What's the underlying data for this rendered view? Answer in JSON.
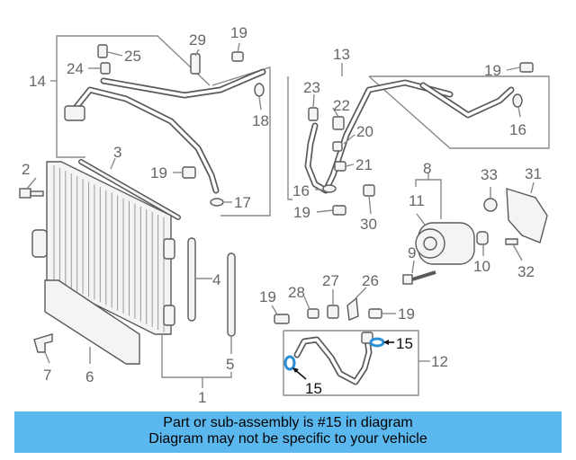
{
  "callouts": [
    {
      "id": "c1",
      "text": "1",
      "highlight": false
    },
    {
      "id": "c2",
      "text": "2",
      "highlight": false
    },
    {
      "id": "c3",
      "text": "3",
      "highlight": false
    },
    {
      "id": "c4",
      "text": "4",
      "highlight": false
    },
    {
      "id": "c5",
      "text": "5",
      "highlight": false
    },
    {
      "id": "c6",
      "text": "6",
      "highlight": false
    },
    {
      "id": "c7",
      "text": "7",
      "highlight": false
    },
    {
      "id": "c8",
      "text": "8",
      "highlight": false
    },
    {
      "id": "c9",
      "text": "9",
      "highlight": false
    },
    {
      "id": "c10",
      "text": "10",
      "highlight": false
    },
    {
      "id": "c11",
      "text": "11",
      "highlight": false
    },
    {
      "id": "c12",
      "text": "12",
      "highlight": false
    },
    {
      "id": "c13",
      "text": "13",
      "highlight": false
    },
    {
      "id": "c14",
      "text": "14",
      "highlight": false
    },
    {
      "id": "c15a",
      "text": "15",
      "highlight": true
    },
    {
      "id": "c15b",
      "text": "15",
      "highlight": true
    },
    {
      "id": "c16a",
      "text": "16",
      "highlight": false
    },
    {
      "id": "c16b",
      "text": "16",
      "highlight": false
    },
    {
      "id": "c17",
      "text": "17",
      "highlight": false
    },
    {
      "id": "c18",
      "text": "18",
      "highlight": false
    },
    {
      "id": "c19a",
      "text": "19",
      "highlight": false
    },
    {
      "id": "c19b",
      "text": "19",
      "highlight": false
    },
    {
      "id": "c19c",
      "text": "19",
      "highlight": false
    },
    {
      "id": "c19d",
      "text": "19",
      "highlight": false
    },
    {
      "id": "c19e",
      "text": "19",
      "highlight": false
    },
    {
      "id": "c19f",
      "text": "19",
      "highlight": false
    },
    {
      "id": "c20",
      "text": "20",
      "highlight": false
    },
    {
      "id": "c21",
      "text": "21",
      "highlight": false
    },
    {
      "id": "c22",
      "text": "22",
      "highlight": false
    },
    {
      "id": "c23",
      "text": "23",
      "highlight": false
    },
    {
      "id": "c24",
      "text": "24",
      "highlight": false
    },
    {
      "id": "c25",
      "text": "25",
      "highlight": false
    },
    {
      "id": "c26",
      "text": "26",
      "highlight": false
    },
    {
      "id": "c27",
      "text": "27",
      "highlight": false
    },
    {
      "id": "c28",
      "text": "28",
      "highlight": false
    },
    {
      "id": "c29",
      "text": "29",
      "highlight": false
    },
    {
      "id": "c30",
      "text": "30",
      "highlight": false
    },
    {
      "id": "c31",
      "text": "31",
      "highlight": false
    },
    {
      "id": "c32",
      "text": "32",
      "highlight": false
    },
    {
      "id": "c33",
      "text": "33",
      "highlight": false
    }
  ],
  "colors": {
    "banner_background": "#5ab8ee",
    "highlight_part": "#2a8fd6"
  },
  "banner": {
    "line1": "Part or sub-assembly is #15 in diagram",
    "line2": "Diagram may not be specific to your vehicle"
  }
}
